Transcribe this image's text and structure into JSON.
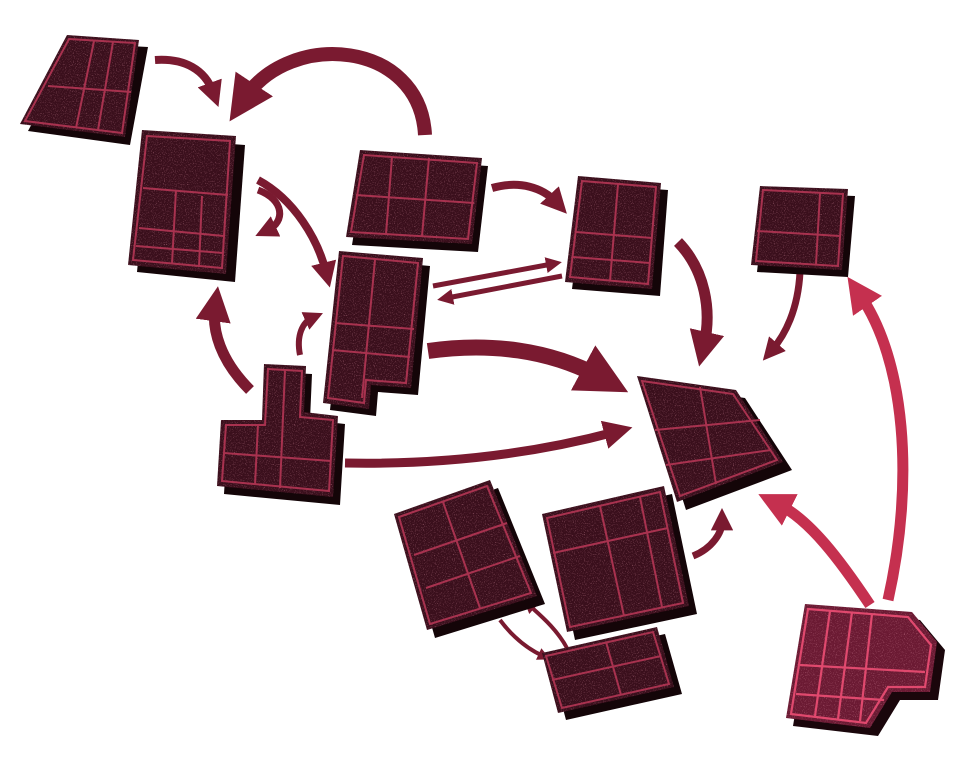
{
  "colors": {
    "background": "#ffffff",
    "block_fill": "#3a0f1c",
    "block_shadow": "#140508",
    "street": "#a8324f",
    "street_highlight": "#e0496e",
    "arrow_dark": "#7a1a30",
    "arrow_light": "#c5304f"
  },
  "blocks": [
    {
      "id": "block-a",
      "interactable": false
    },
    {
      "id": "block-b",
      "interactable": false
    },
    {
      "id": "block-c",
      "interactable": false
    },
    {
      "id": "block-d",
      "interactable": false
    },
    {
      "id": "block-e",
      "interactable": false
    },
    {
      "id": "block-f",
      "interactable": false
    },
    {
      "id": "block-g",
      "interactable": false
    },
    {
      "id": "block-h",
      "interactable": false
    },
    {
      "id": "block-i",
      "interactable": false
    },
    {
      "id": "block-j",
      "interactable": false
    },
    {
      "id": "block-k",
      "interactable": false
    },
    {
      "id": "block-l",
      "interactable": false
    }
  ],
  "arrows": [
    {
      "id": "a-to-b",
      "from": "block-a",
      "to": "block-b",
      "tone": "dark"
    },
    {
      "id": "c-to-b",
      "from": "block-c",
      "to": "block-b",
      "tone": "dark"
    },
    {
      "id": "b-self",
      "from": "block-b",
      "to": "block-b",
      "tone": "dark"
    },
    {
      "id": "b-to-e",
      "from": "block-b",
      "to": "block-e",
      "tone": "dark"
    },
    {
      "id": "c-to-d",
      "from": "block-c",
      "to": "block-d",
      "tone": "dark"
    },
    {
      "id": "e-to-d",
      "from": "block-e",
      "to": "block-d",
      "tone": "dark"
    },
    {
      "id": "d-to-e",
      "from": "block-d",
      "to": "block-e",
      "tone": "dark"
    },
    {
      "id": "d-to-g",
      "from": "block-d",
      "to": "block-g",
      "tone": "dark"
    },
    {
      "id": "f-to-g",
      "from": "block-f",
      "to": "block-g",
      "tone": "dark"
    },
    {
      "id": "e-to-g",
      "from": "block-e",
      "to": "block-g",
      "tone": "dark"
    },
    {
      "id": "h-to-b",
      "from": "block-h",
      "to": "block-b",
      "tone": "dark"
    },
    {
      "id": "h-to-e",
      "from": "block-h",
      "to": "block-e",
      "tone": "dark"
    },
    {
      "id": "h-to-g",
      "from": "block-h",
      "to": "block-g",
      "tone": "dark"
    },
    {
      "id": "j-to-g",
      "from": "block-j",
      "to": "block-g",
      "tone": "dark"
    },
    {
      "id": "i-to-k",
      "from": "block-i",
      "to": "block-k",
      "tone": "dark"
    },
    {
      "id": "k-to-j",
      "from": "block-k",
      "to": "block-j",
      "tone": "dark"
    },
    {
      "id": "l-to-g",
      "from": "block-l",
      "to": "block-g",
      "tone": "light"
    },
    {
      "id": "l-to-f",
      "from": "block-l",
      "to": "block-f",
      "tone": "light"
    }
  ]
}
